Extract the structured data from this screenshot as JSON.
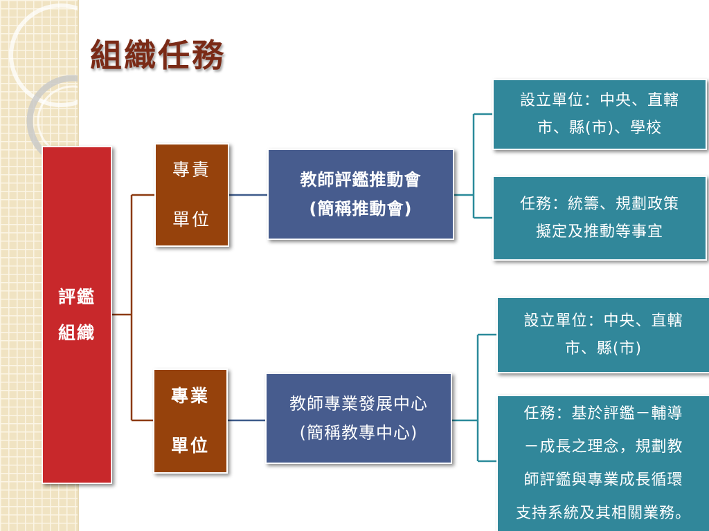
{
  "slide": {
    "title": "組織任務",
    "root": {
      "line1": "評鑑",
      "line2": "組織"
    },
    "branches": [
      {
        "unit": {
          "line1": "專責",
          "line2": "單位"
        },
        "org": {
          "line1": "教師評鑑推動會",
          "line2": "(簡稱推動會)"
        },
        "setup": {
          "line1": "設立單位：中央、直轄",
          "line2": "市、縣(市)、學校"
        },
        "task": {
          "line1": "任務：統籌、規劃政策",
          "line2": "擬定及推動等事宜"
        }
      },
      {
        "unit": {
          "line1": "專業",
          "line2": "單位"
        },
        "org": {
          "line1": "教師專業發展中心",
          "line2": "(簡稱教專中心)"
        },
        "setup": {
          "line1": "設立單位：中央、直轄",
          "line2": "市、縣(市)"
        },
        "task": {
          "line1": "任務：基於評鑑－輔導",
          "line2": "－成長之理念，規劃教",
          "line3": "師評鑑與專業成長循環",
          "line4": "支持系統及其相關業務。"
        }
      }
    ]
  },
  "colors": {
    "root": "#c8282b",
    "unit": "#96420c",
    "org": "#475c8e",
    "info": "#31879a",
    "title": "#7a2a16",
    "connector_brown": "#8c3a10",
    "connector_blue": "#3d5a8a",
    "connector_teal": "#2a8a9a"
  }
}
